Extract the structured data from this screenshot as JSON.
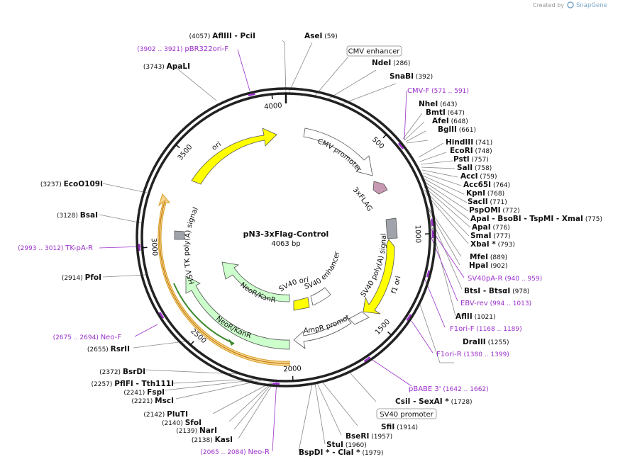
{
  "header": {
    "created_by": "Created by",
    "brand": "SnapGene"
  },
  "plasmid": {
    "name": "pN3-3xFlag-Control",
    "size_label": "4063 bp",
    "length": 4063
  },
  "colors": {
    "yellow": "#ffff00",
    "green": "#ccffcc",
    "orange": "#f8d58e",
    "primer": "#9b30c9",
    "gray": "#a0a4aa",
    "pink": "#c899b3"
  },
  "ticks": [
    {
      "label": "500",
      "pos": 500
    },
    {
      "label": "1000",
      "pos": 1000
    },
    {
      "label": "1500",
      "pos": 1500
    },
    {
      "label": "2000",
      "pos": 2000
    },
    {
      "label": "2500",
      "pos": 2500
    },
    {
      "label": "3000",
      "pos": 3000
    },
    {
      "label": "3500",
      "pos": 3500
    },
    {
      "label": "4000",
      "pos": 4000
    }
  ],
  "enzymes": [
    {
      "name": "AflIII",
      "extra": " - PciI",
      "num": "(4057)",
      "numFirst": true,
      "pos": 4057
    },
    {
      "name": "AseI",
      "num": "(59)",
      "pos": 59
    },
    {
      "name": "NdeI",
      "num": "(286)",
      "pos": 286
    },
    {
      "name": "SnaBI",
      "num": "(392)",
      "pos": 392
    },
    {
      "name": "NheI",
      "num": "(643)",
      "pos": 643
    },
    {
      "name": "BmtI",
      "num": "(647)",
      "pos": 647
    },
    {
      "name": "AfeI",
      "num": "(648)",
      "pos": 648
    },
    {
      "name": "BglII",
      "num": "(661)",
      "pos": 661
    },
    {
      "name": "HindIII",
      "num": "(741)",
      "pos": 741
    },
    {
      "name": "EcoRI",
      "num": "(748)",
      "pos": 748
    },
    {
      "name": "PstI",
      "num": "(757)",
      "pos": 757
    },
    {
      "name": "SalI",
      "num": "(758)",
      "pos": 758
    },
    {
      "name": "AccI",
      "num": "(759)",
      "pos": 759
    },
    {
      "name": "Acc65I",
      "num": "(764)",
      "pos": 764
    },
    {
      "name": "KpnI",
      "num": "(768)",
      "pos": 768
    },
    {
      "name": "SacII",
      "num": "(771)",
      "pos": 771
    },
    {
      "name": "PspOMI",
      "num": "(772)",
      "pos": 772
    },
    {
      "name": "ApaI",
      "extra": " - BsoBI - TspMI - XmaI",
      "num": "(775)",
      "pos": 775
    },
    {
      "name": "ApaI",
      "num": "(776)",
      "pos": 776
    },
    {
      "name": "SmaI",
      "num": "(777)",
      "pos": 777
    },
    {
      "name": "XbaI *",
      "num": "(793)",
      "pos": 793
    },
    {
      "name": "MfeI",
      "num": "(889)",
      "pos": 889
    },
    {
      "name": "HpaI",
      "num": "(902)",
      "pos": 902
    },
    {
      "name": "BtsI",
      "extra": " - BtsαI",
      "num": "(978)",
      "pos": 978
    },
    {
      "name": "AflII",
      "num": "(1021)",
      "pos": 1021
    },
    {
      "name": "DraIII",
      "num": "(1255)",
      "pos": 1255
    },
    {
      "name": "CsiI",
      "extra": " - SexAI *",
      "num": "(1728)",
      "pos": 1728
    },
    {
      "name": "SfiI",
      "num": "(1914)",
      "pos": 1914
    },
    {
      "name": "BseRI",
      "num": "(1957)",
      "pos": 1957
    },
    {
      "name": "StuI",
      "num": "(1960)",
      "pos": 1960
    },
    {
      "name": "BspDI *",
      "extra": " - ClaI *",
      "num": "(1979)",
      "pos": 1979
    },
    {
      "name": "KasI",
      "num": "(2138)",
      "numFirst": true,
      "pos": 2138
    },
    {
      "name": "NarI",
      "num": "(2139)",
      "numFirst": true,
      "pos": 2139
    },
    {
      "name": "SfoI",
      "num": "(2140)",
      "numFirst": true,
      "pos": 2140
    },
    {
      "name": "PluTI",
      "num": "(2142)",
      "numFirst": true,
      "pos": 2142
    },
    {
      "name": "MscI",
      "num": "(2221)",
      "numFirst": true,
      "pos": 2221
    },
    {
      "name": "FspI",
      "num": "(2241)",
      "numFirst": true,
      "pos": 2241
    },
    {
      "name": "PflFI",
      "extra": " - Tth111I",
      "num": "(2257)",
      "numFirst": true,
      "pos": 2257
    },
    {
      "name": "BsrDI",
      "num": "(2372)",
      "numFirst": true,
      "pos": 2372
    },
    {
      "name": "RsrII",
      "num": "(2655)",
      "numFirst": true,
      "pos": 2655
    },
    {
      "name": "PfoI",
      "num": "(2914)",
      "numFirst": true,
      "pos": 2914
    },
    {
      "name": "BsaI",
      "num": "(3128)",
      "numFirst": true,
      "pos": 3128
    },
    {
      "name": "EcoO109I",
      "num": "(3237)",
      "numFirst": true,
      "pos": 3237
    },
    {
      "name": "ApaLI",
      "num": "(3743)",
      "numFirst": true,
      "pos": 3743
    }
  ],
  "primers": [
    {
      "name": "pBR322ori-F",
      "range": "(3902 .. 3921)",
      "numFirst": true,
      "pos": 3911
    },
    {
      "name": "CMV-F",
      "range": "(571 .. 591)",
      "pos": 581
    },
    {
      "name": "SV40pA-R",
      "range": "(940 .. 959)",
      "pos": 950
    },
    {
      "name": "EBV-rev",
      "range": "(994 .. 1013)",
      "pos": 1003
    },
    {
      "name": "F1ori-F",
      "range": "(1168 .. 1189)",
      "pos": 1178
    },
    {
      "name": "F1ori-R",
      "range": "(1380 .. 1399)",
      "pos": 1390
    },
    {
      "name": "pBABE 3'",
      "range": "(1642 .. 1662)",
      "pos": 1652
    },
    {
      "name": "Neo-R",
      "range": "(2065 .. 2084)",
      "numFirst": true,
      "pos": 2075
    },
    {
      "name": "Neo-F",
      "range": "(2675 .. 2694)",
      "numFirst": true,
      "pos": 2685
    },
    {
      "name": "TK-pA-R",
      "range": "(2993 .. 3012)",
      "numFirst": true,
      "pos": 3003
    }
  ],
  "boxed_labels": [
    {
      "text": "CMV enhancer"
    },
    {
      "text": "SV40 promoter"
    }
  ],
  "features": {
    "cmv_promoter": "CMV promoter",
    "flag": "3xFLAG",
    "sv40_polya": "SV40 poly(A) signal",
    "f1_ori": "f1 ori",
    "ampr_promoter": "AmpR promoter",
    "sv40_ori": "SV40 ori",
    "sv40_enhancer": "SV40 enhancer",
    "neor_inner": "NeoR/KanR",
    "neor_outer": "NeoR/KanR",
    "hsv_tk": "HSV TK poly(A) signal",
    "ori": "ori"
  }
}
